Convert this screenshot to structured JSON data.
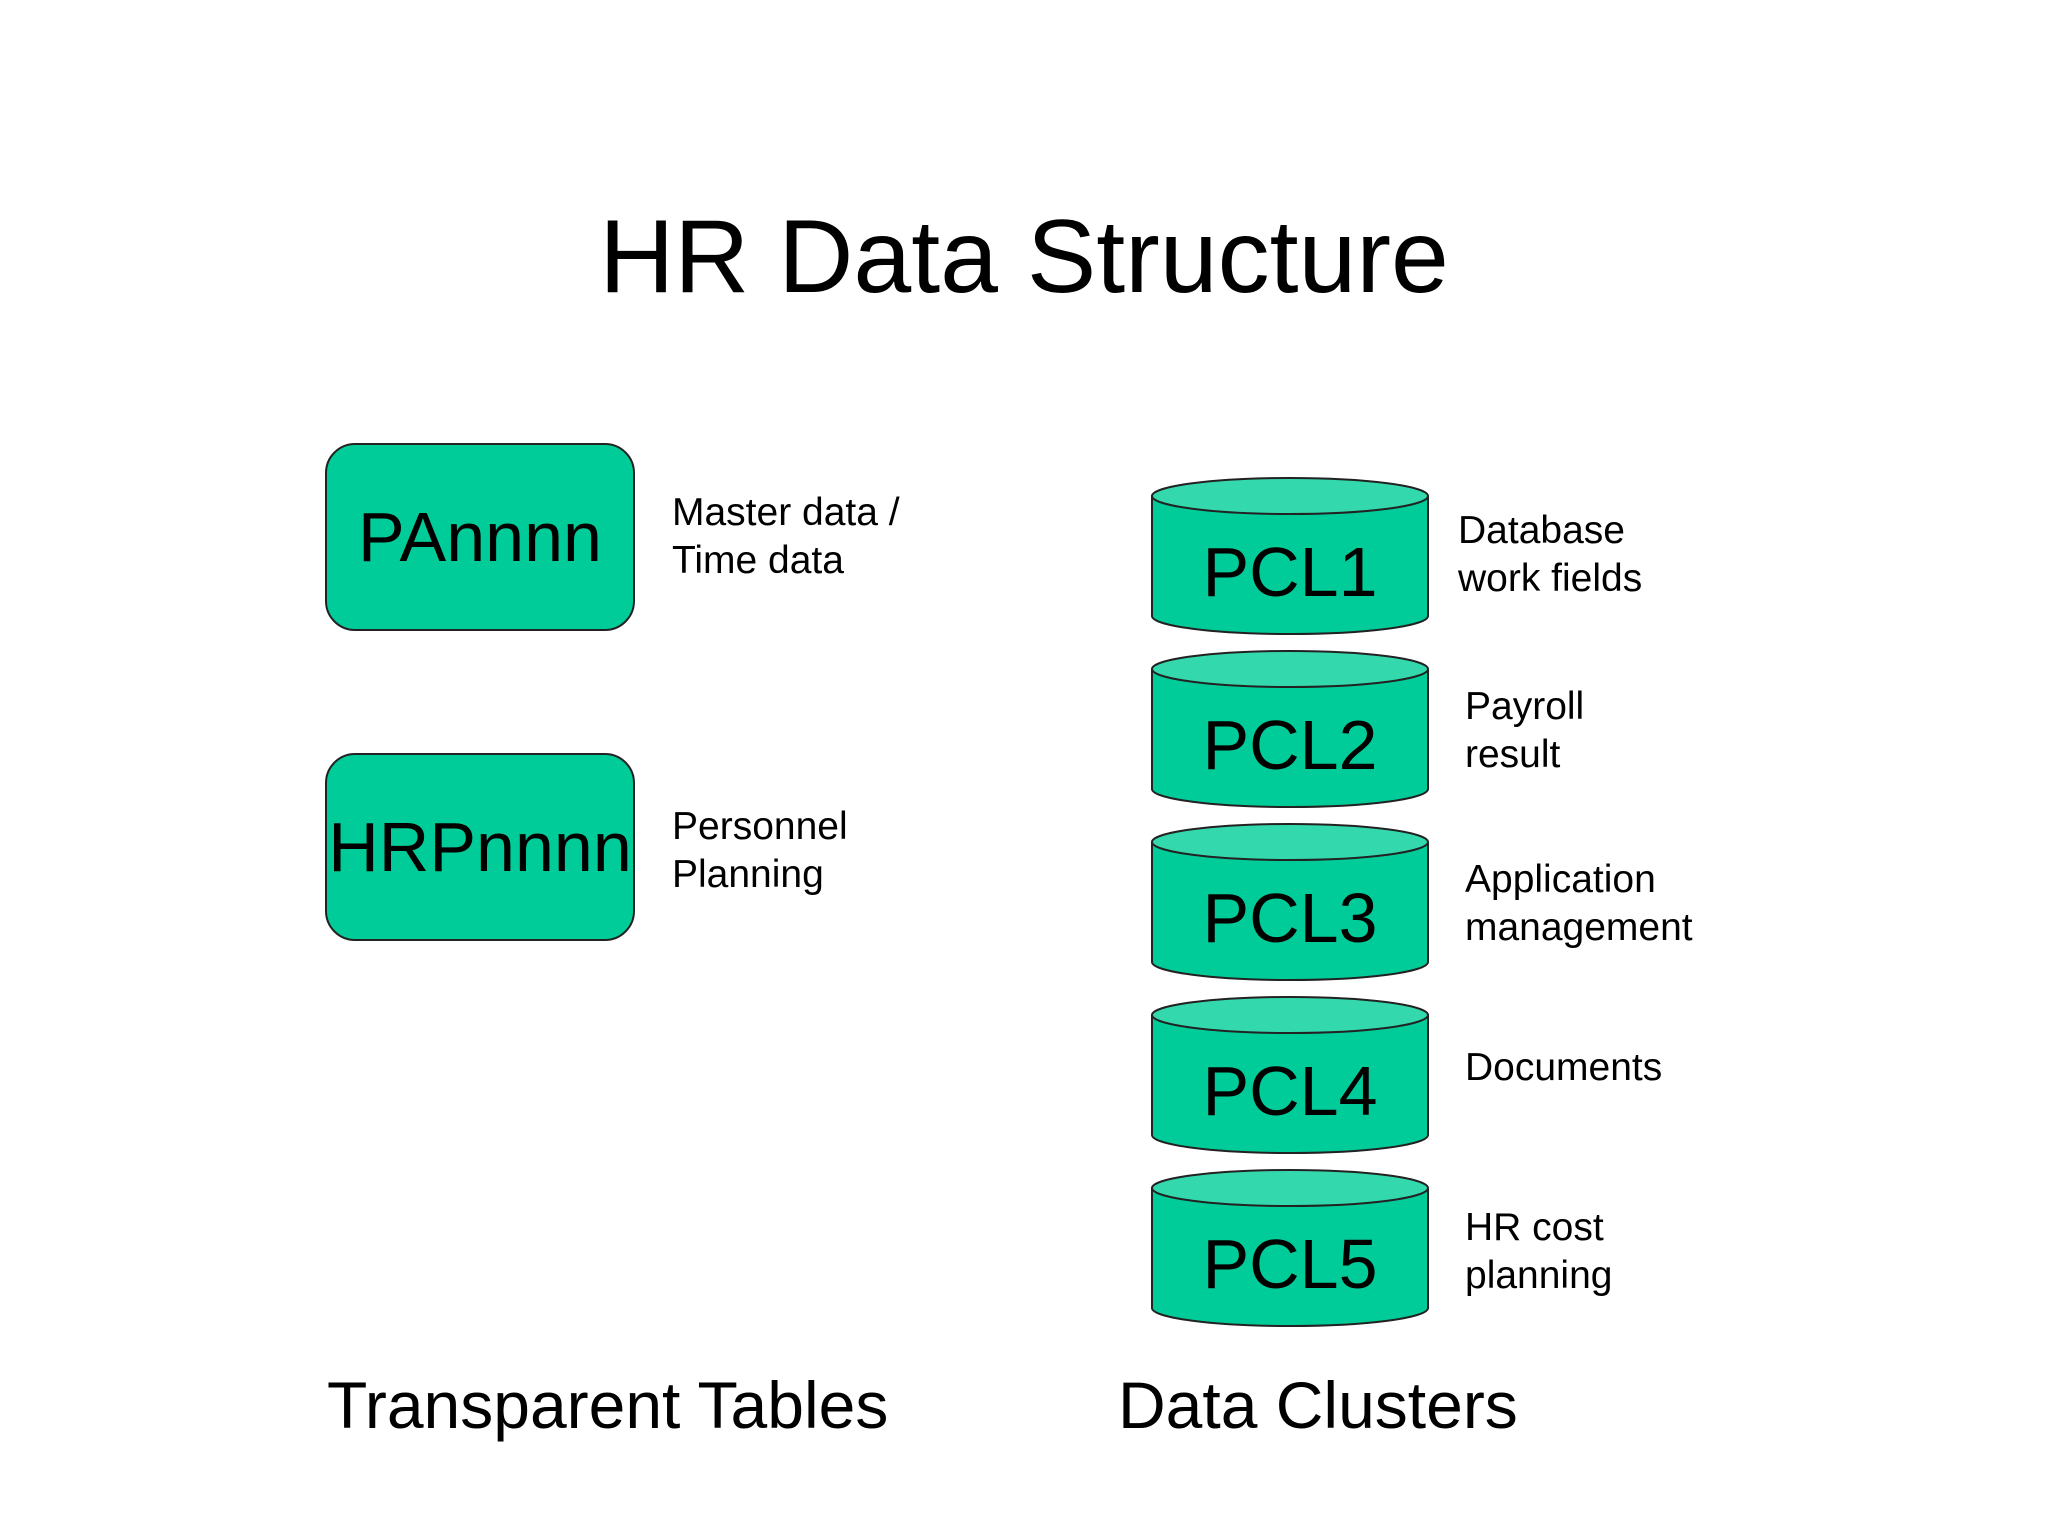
{
  "title": "HR Data Structure",
  "colors": {
    "fill": "#00CC99",
    "top_fill": "#33D9AD",
    "stroke": "#222222"
  },
  "transparent_tables": {
    "caption": "Transparent Tables",
    "items": [
      {
        "name": "PAnnnn",
        "description_lines": [
          "Master data /",
          "Time data"
        ]
      },
      {
        "name": "HRPnnnn",
        "description_lines": [
          "Personnel",
          "Planning"
        ]
      }
    ]
  },
  "data_clusters": {
    "caption": "Data Clusters",
    "items": [
      {
        "name": "PCL1",
        "description_lines": [
          "Database",
          "work fields"
        ]
      },
      {
        "name": "PCL2",
        "description_lines": [
          "Payroll",
          "result"
        ]
      },
      {
        "name": "PCL3",
        "description_lines": [
          "Application",
          "management"
        ]
      },
      {
        "name": "PCL4",
        "description_lines": [
          "Documents"
        ]
      },
      {
        "name": "PCL5",
        "description_lines": [
          "HR cost",
          "planning"
        ]
      }
    ]
  }
}
